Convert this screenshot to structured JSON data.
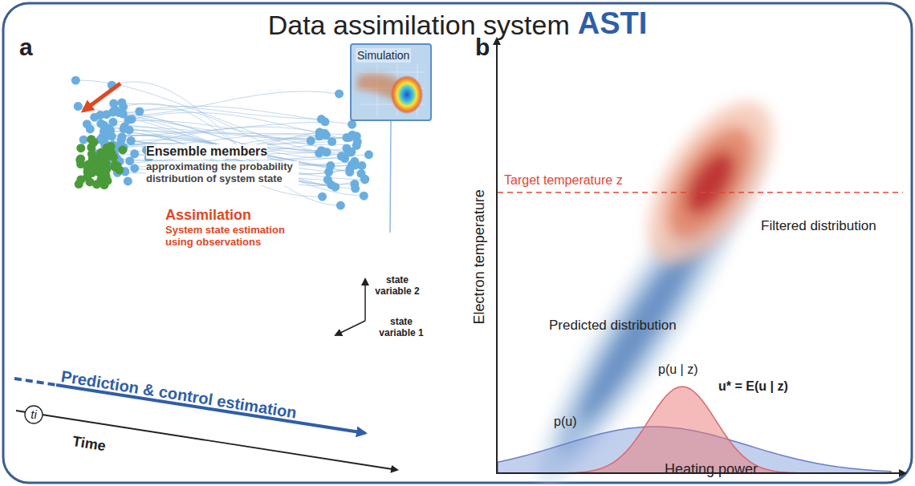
{
  "diagram": {
    "title": "Data assimilation system",
    "nodes": [
      {
        "text": [
          "Simulation"
        ]
      }
    ],
    "labels": [
      "ASTI",
      "a",
      "b",
      "Ensemble members",
      "approximating the probability distribution of system state",
      "Assimilation",
      "System state estimation using observations",
      "state variable 2",
      "state variable 1",
      "Prediction & control estimation",
      "ti",
      "Time",
      "Electron temperature",
      "Target temperature z",
      "Filtered distribution",
      "Predicted distribution",
      "p(u | z)",
      "u* = E(u | z)",
      "p(u)",
      "Heating power"
    ]
  }
}
